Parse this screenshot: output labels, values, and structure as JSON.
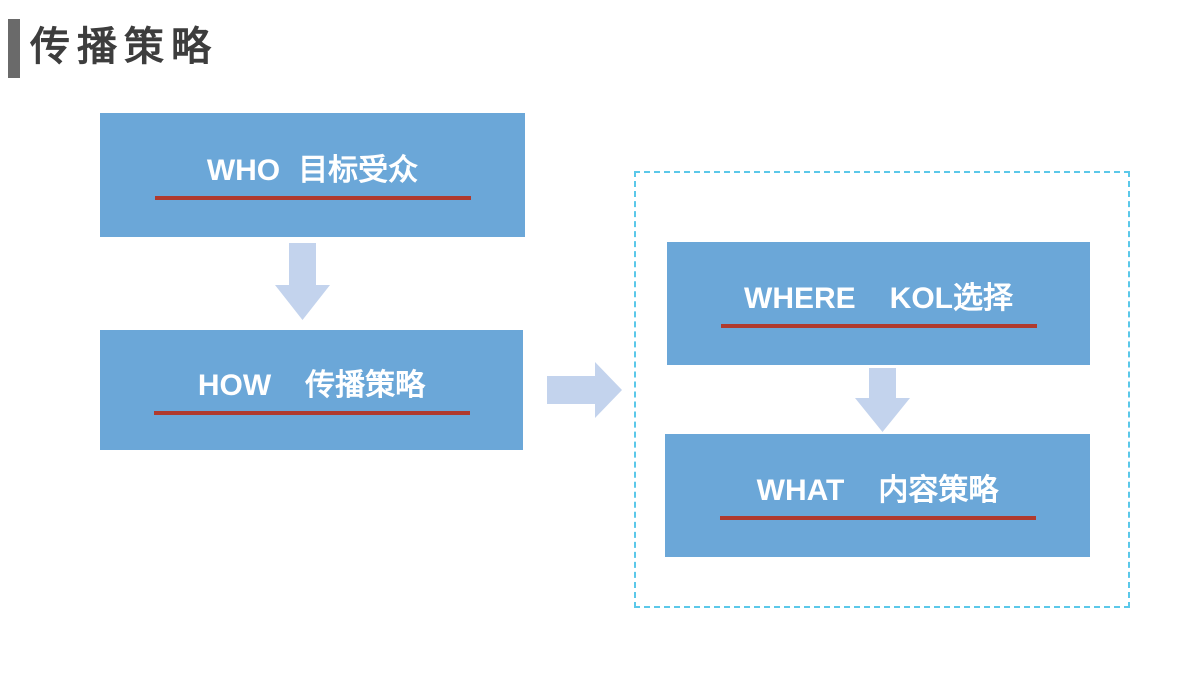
{
  "slide": {
    "title": "传播策略"
  },
  "colors": {
    "background": "#ffffff",
    "node_fill": "#6ba7d8",
    "node_text": "#ffffff",
    "underline_red": "#b03a2e",
    "arrow_fill": "#c3d3ed",
    "dashed_border": "#5bc8e9",
    "title_text": "#3d3d3d",
    "title_bar": "#6a6a6a"
  },
  "nodes": {
    "who": {
      "keyword": "WHO",
      "label": "目标受众"
    },
    "how": {
      "keyword": "HOW",
      "label": "传播策略"
    },
    "where": {
      "keyword": "WHERE",
      "label": "KOL选择"
    },
    "what": {
      "keyword": "WHAT",
      "label": "内容策略"
    }
  },
  "arrows": [
    {
      "name": "who-to-how",
      "direction": "down"
    },
    {
      "name": "how-to-group",
      "direction": "right"
    },
    {
      "name": "where-to-what",
      "direction": "down"
    }
  ]
}
